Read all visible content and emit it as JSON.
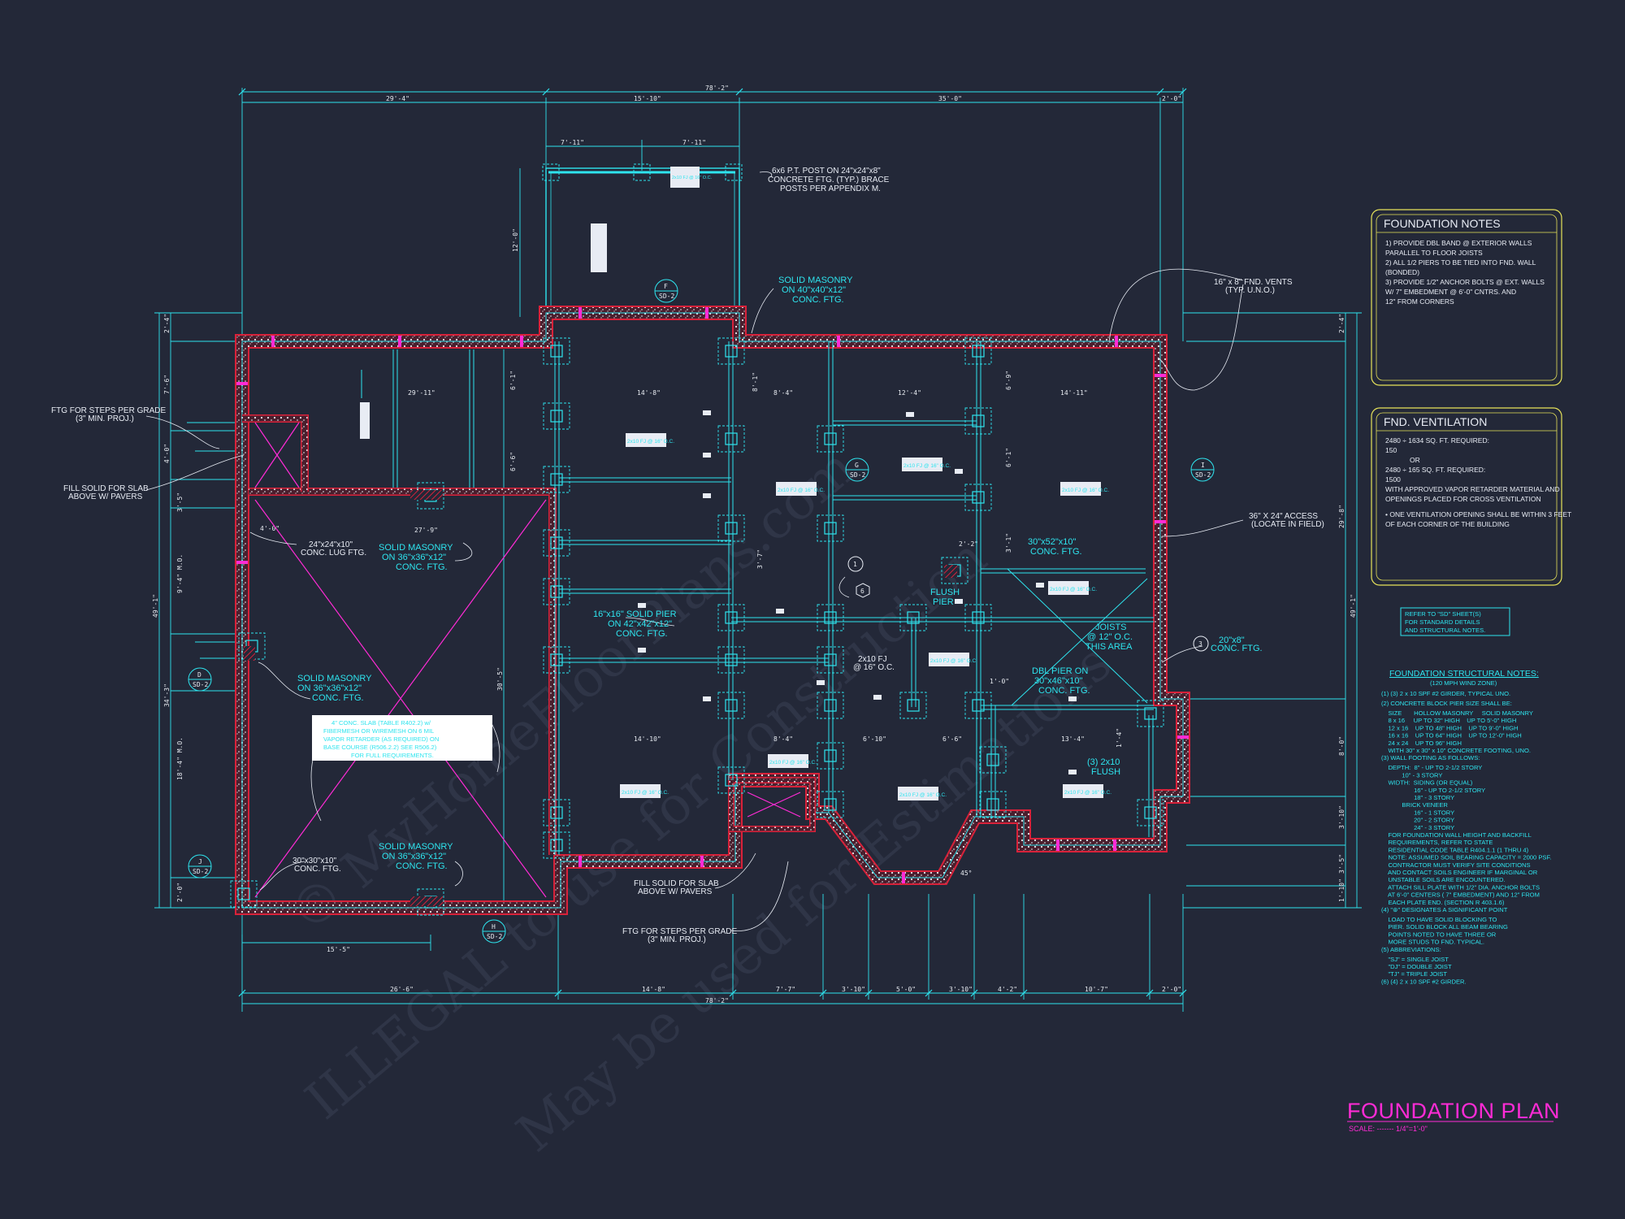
{
  "overall_dims": {
    "top_total": "78'-2\"",
    "top_segments": [
      "29'-4\"",
      "15'-10\"",
      "35'-0\"",
      "2'-0\""
    ],
    "porch_dims": [
      "7'-11\"",
      "7'-11\""
    ],
    "bottom_total": "78'-2\"",
    "bottom_segments": [
      "26'-6\"",
      "14'-8\"",
      "7'-7\"",
      "3'-10\"",
      "5'-0\"",
      "3'-10\"",
      "4'-2\"",
      "10'-7\"",
      "2'-0\""
    ],
    "left_total": "49'-1\"",
    "right_total": "49'-1\"",
    "left_segments": [
      "2'-4\"",
      "7'-6\"",
      "4'-0\"",
      "3'-5\"",
      "9'-4\" M.O.",
      "34'-3\"",
      "18'-4\" M.O.",
      "2'-0\""
    ],
    "right_segments": [
      "2'-4\"",
      "29'-8\"",
      "8'-0\"",
      "3'-10\"",
      "3'-5\"",
      "1'-10\""
    ],
    "porch_depth": "12'-0\""
  },
  "interior_dims": [
    "29'-11\"",
    "14'-8\"",
    "8'-4\"",
    "12'-4\"",
    "14'-11\"",
    "27'-9\"",
    "4'-0\"",
    "2'-2\"",
    "14'-10\"",
    "8'-4\"",
    "6'-10\"",
    "6'-6\"",
    "13'-4\"",
    "1'-0\"",
    "15'-5\"",
    "45°",
    "30'-5\"",
    "6'-1\"",
    "6'-6\"",
    "8'-1\"",
    "6'-1\"",
    "6'-9\"",
    "3'-1\"",
    "1'-4\"",
    "3'-7\""
  ],
  "callouts": {
    "post": [
      "6x6 P.T. POST ON 24\"x24\"x8\"",
      "CONCRETE FTG. (TYP.) BRACE",
      "POSTS PER APPENDIX M."
    ],
    "solid_masonry_top": [
      "SOLID MASONRY",
      "ON 40\"x40\"x12\"",
      "CONC. FTG."
    ],
    "vents": [
      "16\" x 8\" FND. VENTS",
      "(TYP. U.N.O.)"
    ],
    "ftg_steps_left": [
      "FTG FOR STEPS PER GRADE",
      "(3\" MIN. PROJ.)"
    ],
    "fill_solid_left": [
      "FILL SOLID FOR SLAB",
      "ABOVE W/ PAVERS"
    ],
    "lug_ftg": [
      "24\"x24\"x10\"",
      "CONC. LUG FTG."
    ],
    "solid_masonry_mid": [
      "SOLID MASONRY",
      "ON 36\"x36\"x12\"",
      "CONC. FTG."
    ],
    "solid_pier": [
      "16\"x16\" SOLID PIER",
      "ON 42\"x42\"x12\"",
      "CONC. FTG."
    ],
    "solid_masonry_left": [
      "SOLID MASONRY",
      "ON 36\"x36\"x12\"",
      "CONC. FTG."
    ],
    "slab": [
      "4\" CONC. SLAB (TABLE R402.2) w/",
      "FIBERMESH OR WIREMESH ON 6 MIL",
      "VAPOR RETARDER (AS REQUIRED) ON",
      "BASE COURSE (R506.2.2) SEE R506.2)",
      "FOR FULL REQUIREMENTS."
    ],
    "solid_masonry_bottom": [
      "SOLID MASONRY",
      "ON 36\"x36\"x12\"",
      "CONC. FTG."
    ],
    "conc_ftg_bl": [
      "30\"x30\"x10\"",
      "CONC. FTG."
    ],
    "fill_solid_bottom": [
      "FILL SOLID FOR SLAB",
      "ABOVE W/ PAVERS"
    ],
    "ftg_steps_bottom": [
      "FTG FOR STEPS PER GRADE",
      "(3\" MIN. PROJ.)"
    ],
    "access": [
      "36\" X 24\" ACCESS",
      "(LOCATE IN FIELD)"
    ],
    "conc_ftg_30x52": [
      "30\"x52\"x10\"",
      "CONC. FTG."
    ],
    "flush_pier": [
      "FLUSH",
      "PIER"
    ],
    "joists": [
      "JOISTS",
      "@ 12\" O.C.",
      "THIS AREA"
    ],
    "conc_ftg_20x8": [
      "20\"x8\"",
      "CONC. FTG."
    ],
    "dbl_pier": [
      "DBL PIER ON",
      "30\"x46\"x10\"",
      "CONC. FTG."
    ],
    "flush_2x10": [
      "(3) 2x10",
      "FLUSH"
    ],
    "fj_16": [
      "2x10 FJ",
      "@ 16\" O.C."
    ]
  },
  "joist_tags": [
    "2x10 FJ @ 16\" O.C.",
    "2x10 FJ @ 16\" O.C.",
    "2x10 FJ @ 16\" O.C.",
    "2x10 FJ @ 16\" O.C.",
    "2x10 FJ @ 16\" O.C.",
    "2x10 FJ @ 16\" O.C.",
    "2x10 FJ @ 16\" O.C.",
    "2x10 FJ @ 16\" O.C.",
    "2x10 FJ @ 16\" O.C.",
    "2x10 FJ @ 16\" O.C.",
    "2x10 FJ @ 16\" O.C."
  ],
  "section_tags": [
    {
      "letter": "F",
      "sheet": "SD-2"
    },
    {
      "letter": "G",
      "sheet": "SD-2"
    },
    {
      "letter": "I",
      "sheet": "SD-2"
    },
    {
      "letter": "D",
      "sheet": "SD-2"
    },
    {
      "letter": "J",
      "sheet": "SD-2"
    },
    {
      "letter": "H",
      "sheet": "SD-2"
    }
  ],
  "foundation_notes": {
    "title": "FOUNDATION NOTES",
    "lines": [
      "1) PROVIDE DBL BAND @ EXTERIOR WALLS",
      "   PARALLEL TO FLOOR JOISTS",
      "2) ALL 1/2 PIERS TO BE TIED INTO FND. WALL",
      "   (BONDED)",
      "3) PROVIDE 1/2\" ANCHOR BOLTS @ EXT. WALLS",
      "   W/ 7\" EMBEDMENT @ 6'-0\" CNTRS. AND",
      "   12\" FROM CORNERS"
    ]
  },
  "fnd_ventilation": {
    "title": "FND. VENTILATION",
    "lines": [
      "2480 ÷ 1634 SQ. FT. REQUIRED:",
      "150",
      "OR",
      "2480 ÷ 165 SQ. FT. REQUIRED:",
      "1500",
      "WITH APPROVED VAPOR RETARDER MATERIAL AND",
      "OPENINGS PLACED FOR CROSS VENTILATION",
      "",
      "• ONE VENTILATION OPENING SHALL BE WITHIN 3 FEET",
      "  OF EACH CORNER OF THE BUILDING"
    ]
  },
  "refer_sd": [
    "REFER TO \"SD\" SHEET(S)",
    "FOR STANDARD DETAILS",
    "AND STRUCTURAL NOTES."
  ],
  "structural_notes": {
    "title": "FOUNDATION STRUCTURAL NOTES:",
    "subtitle": "(120 MPH WIND ZONE)",
    "lines": [
      "(1) (3) 2 x 10 SPF #2 GIRDER, TYPICAL UNO.",
      "(2) CONCRETE BLOCK PIER SIZE SHALL BE:",
      "    SIZE       HOLLOW MASONRY     SOLID MASONRY",
      "    8 x 16     UP TO 32\" HIGH    UP TO 5'-0\" HIGH",
      "    12 x 16    UP TO 48\" HIGH    UP TO 9'-0\" HIGH",
      "    16 x 16    UP TO 64\" HIGH    UP TO 12'-0\" HIGH",
      "    24 x 24    UP TO 96\" HIGH",
      "    WITH 30\" x 30\" x 10\" CONCRETE FOOTING, UNO.",
      "(3) WALL FOOTING AS FOLLOWS:",
      "    DEPTH:  8\" - UP TO 2-1/2 STORY",
      "            10\" - 3 STORY",
      "    WIDTH:  SIDING (OR EQUAL)",
      "                   16\" - UP TO 2-1/2 STORY",
      "                   18\" - 3 STORY",
      "            BRICK VENEER",
      "                   16\" - 1 STORY",
      "                   20\" - 2 STORY",
      "                   24\" - 3 STORY",
      "    FOR FOUNDATION WALL HEIGHT AND BACKFILL",
      "    REQUIREMENTS, REFER TO STATE",
      "    RESIDENTIAL CODE TABLE R404.1.1 (1 THRU 4)",
      "    NOTE: ASSUMED SOIL BEARING CAPACITY = 2000 PSF.",
      "    CONTRACTOR MUST VERIFY SITE CONDITIONS",
      "    AND CONTACT SOILS ENGINEER IF MARGINAL OR",
      "    UNSTABLE SOILS ARE ENCOUNTERED.",
      "    ATTACH SILL PLATE WITH 1/2\" DIA. ANCHOR BOLTS",
      "    AT 6'-0\" CENTERS ( 7\" EMBEDMENT) AND 12\" FROM",
      "    EACH PLATE END. (SECTION R 403.1.6)",
      "(4) \"⊛\" DESIGNATES A SIGNIFICANT POINT",
      "    LOAD TO HAVE SOLID BLOCKING TO",
      "    PIER. SOLID BLOCK ALL BEAM BEARING",
      "    POINTS NOTED TO HAVE THREE OR",
      "    MORE STUDS TO FND. TYPICAL.",
      "(5) ABBREVIATIONS:",
      "    \"SJ\" = SINGLE JOIST",
      "    \"DJ\" = DOUBLE JOIST",
      "    \"TJ\" = TRIPLE JOIST",
      "(6) (4) 2 x 10 SPF #2 GIRDER."
    ]
  },
  "title_block": {
    "title": "FOUNDATION PLAN",
    "scale": "SCALE: ------- 1/4\"=1'-0\""
  },
  "watermark": [
    "© MyHomeFloorPlans.com",
    "ILLEGAL to use for Construction",
    "May be used for Estimations"
  ],
  "colors": {
    "background": "#232838",
    "cyan": "#2ee4ee",
    "magenta": "#ff2bd6",
    "yellow": "#e7e35a",
    "wall_red": "#d8223a",
    "text": "#e8ecf4"
  }
}
